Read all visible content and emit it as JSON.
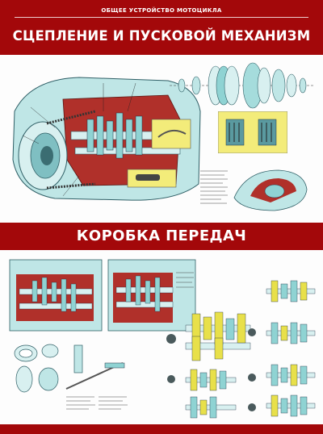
{
  "header": {
    "series": "ОБЩЕЕ УСТРОЙСТВО МОТОЦИКЛА",
    "title": "СЦЕПЛЕНИЕ И ПУСКОВОЙ МЕХАНИЗМ"
  },
  "section2": {
    "title": "КОРОБКА ПЕРЕДАЧ"
  },
  "colors": {
    "brand_red": "#a3080a",
    "metal_cyan": "#8fd3d3",
    "part_yellow": "#e8e04a",
    "cutaway_red": "#b0302a"
  },
  "icons": [
    "clutch-cutaway-illustration",
    "clutch-exploded-view",
    "gearbox-cutaway-illustration",
    "gear-diagram-set"
  ]
}
